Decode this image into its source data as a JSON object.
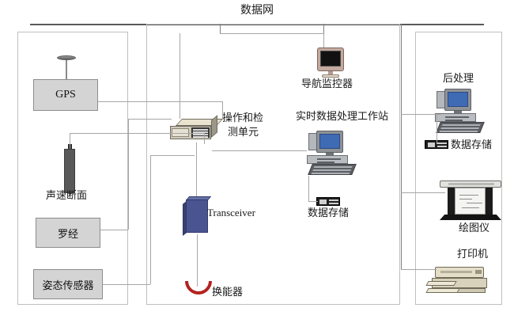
{
  "diagram": {
    "title": "数据网",
    "panels": [
      {
        "name": "sensor-panel"
      },
      {
        "name": "acquisition-panel"
      },
      {
        "name": "output-panel"
      }
    ],
    "nodes": {
      "gps": {
        "label": "GPS",
        "icon": "gps-antenna-icon"
      },
      "svp": {
        "label": "声速断面",
        "icon": "sound-velocity-probe-icon"
      },
      "gyro": {
        "label": "罗经",
        "icon": "gyro-box-icon"
      },
      "motion_sensor": {
        "label": "姿态传感器",
        "icon": "motion-sensor-box-icon"
      },
      "operation_unit": {
        "label_line1": "操作和检",
        "label_line2": "测单元",
        "icon": "rack-unit-icon"
      },
      "transceiver": {
        "label": "Transceiver",
        "icon": "transceiver-icon"
      },
      "transducer": {
        "label": "换能器",
        "icon": "transducer-arc-icon"
      },
      "nav_monitor": {
        "label": "导航监控器",
        "icon": "crt-monitor-icon"
      },
      "realtime_ws": {
        "label": "实时数据处理工作站",
        "icon": "desktop-computer-icon"
      },
      "data_storage_mid": {
        "label": "数据存储",
        "icon": "tape-storage-icon"
      },
      "post_processing": {
        "label": "后处理",
        "icon": "desktop-computer-icon"
      },
      "data_storage_right": {
        "label": "数据存储",
        "icon": "tape-storage-icon"
      },
      "plotter": {
        "label": "绘图仪",
        "icon": "plotter-icon"
      },
      "printer": {
        "label": "打印机",
        "icon": "printer-icon"
      }
    },
    "colors": {
      "bus": "#595959",
      "wire": "#a6a6a6",
      "panel_border": "#bfbfbf",
      "grey_box_fill": "#d4d4d4",
      "transceiver_blue": "#4a5490",
      "transducer_red": "#b3221f",
      "screen_blue": "#3f6ab4"
    }
  }
}
